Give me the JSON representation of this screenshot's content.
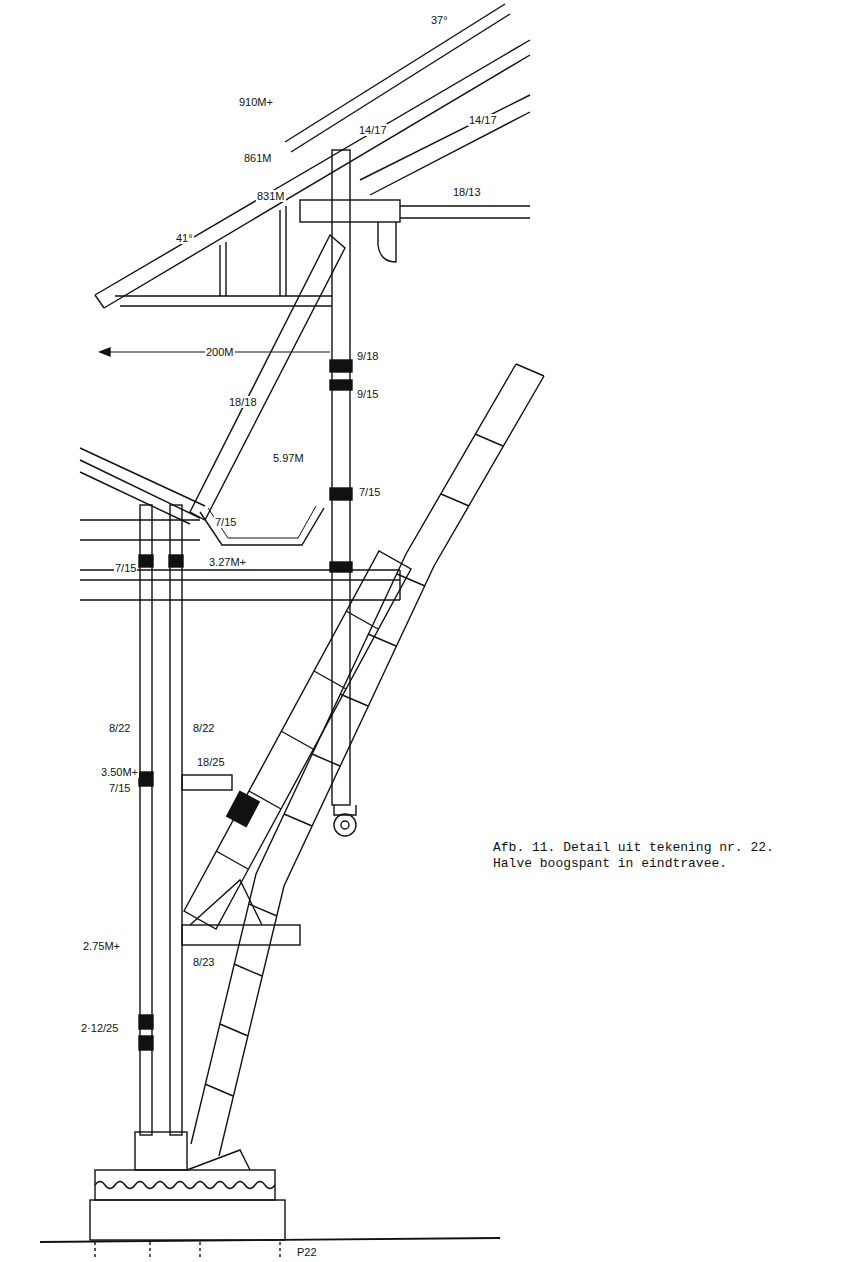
{
  "diagram": {
    "caption": "Afb. 11. Detail uit tekening nr. 22. Halve boogspant in eindtravee.",
    "labels": [
      "37°",
      "910M+",
      "861M",
      "831M",
      "41°",
      "14/17",
      "14/17",
      "18/13",
      "200M",
      "18/18",
      "9/18",
      "9/15",
      "5.97M",
      "7/15",
      "7/15",
      "3.27M+",
      "7/15",
      "8/22",
      "8/22",
      "3.50M+",
      "7/15",
      "18/25",
      "2.75M+",
      "8/23",
      "2·12/25",
      "P22"
    ]
  }
}
